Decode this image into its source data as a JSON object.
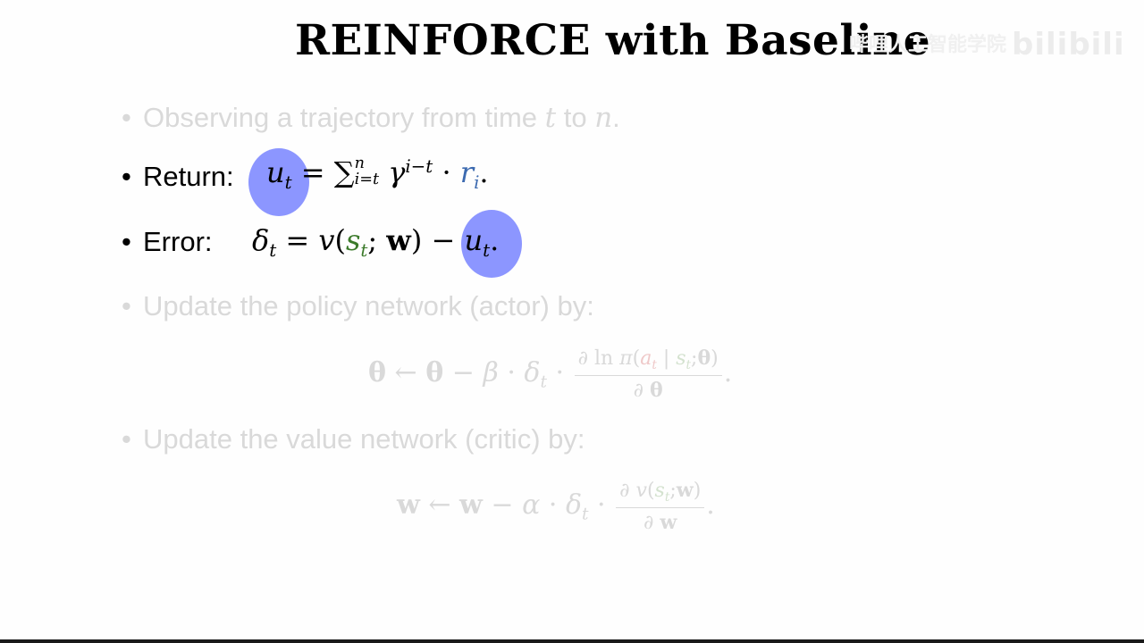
{
  "title": "REINFORCE with Baseline",
  "watermark": "哔哩人工智能学院",
  "watermark_logo": "bilibili",
  "bullets": {
    "b1_text": "Observing a trajectory from time ",
    "b1_t": "t",
    "b1_to": " to ",
    "b1_n": "n",
    "b1_end": ".",
    "b2_label": "Return:",
    "b3_label": "Error:",
    "b4_text": "Update the policy network (actor) by:",
    "b5_text": "Update the value network (critic) by:"
  },
  "bullet_char": "•",
  "colors": {
    "highlight": "#8c96ff",
    "dim_text": "#d9d9d9",
    "state": "#3b7a2a",
    "reward": "#3c6ab0"
  },
  "icons": [
    "bullet-dot"
  ]
}
